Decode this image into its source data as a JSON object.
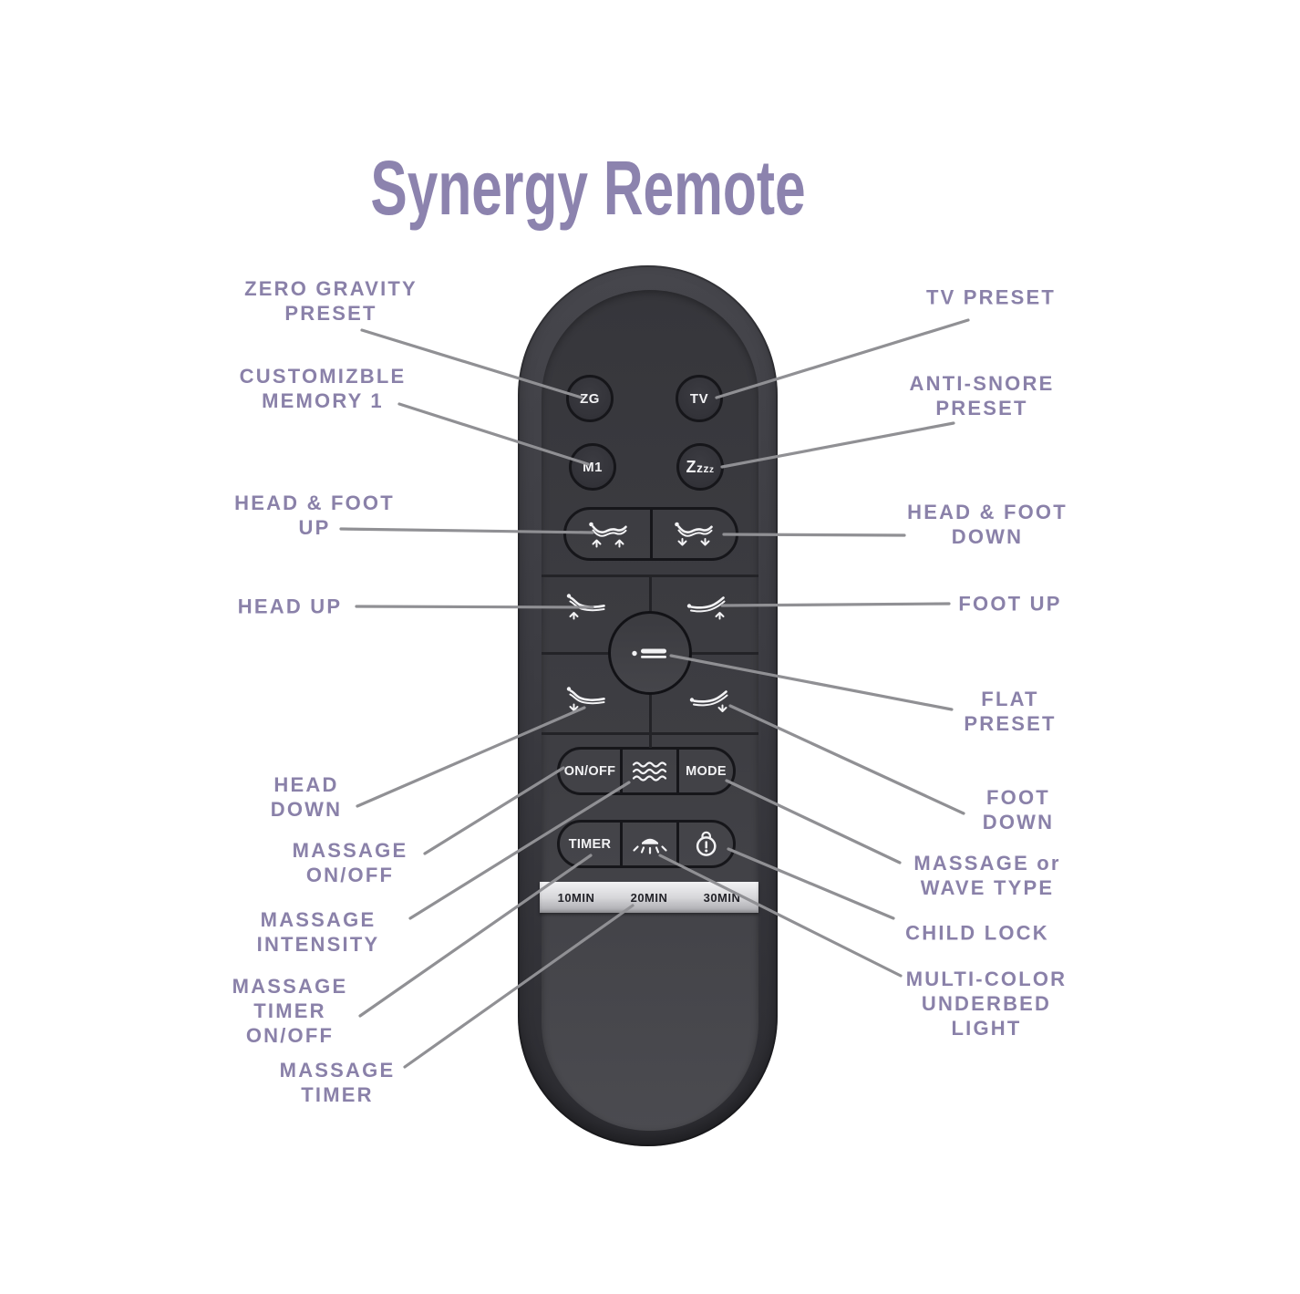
{
  "title": "Synergy Remote",
  "colors": {
    "title_purple": "#8c83ae",
    "label_purple": "#8a81a9",
    "callout_line_gray": "#909094",
    "remote_body_dark": "#3a3a40",
    "button_outline_black": "#16161a",
    "icon_white": "#f2f2f4",
    "timer_strip_silver": "#d7d7da"
  },
  "labels": {
    "left": [
      "ZERO GRAVITY\nPRESET",
      "CUSTOMIZBLE\nMEMORY 1",
      "HEAD & FOOT\nUP",
      "HEAD UP",
      "HEAD\nDOWN",
      "MASSAGE\nON/OFF",
      "MASSAGE\nINTENSITY",
      "MASSAGE\nTIMER\nON/OFF",
      "MASSAGE\nTIMER"
    ],
    "right": [
      "TV PRESET",
      "ANTI-SNORE\nPRESET",
      "HEAD & FOOT\nDOWN",
      "FOOT UP",
      "FLAT\nPRESET",
      "FOOT\nDOWN",
      "MASSAGE or\nWAVE TYPE",
      "CHILD LOCK",
      "MULTI-COLOR\nUNDERBED\nLIGHT"
    ]
  },
  "remote": {
    "buttons": {
      "zg": "ZG",
      "tv": "TV",
      "m1": "M1",
      "zzzz_parts": [
        "Z",
        "z",
        "z",
        "z"
      ],
      "on_off": "ON/OFF",
      "mode": "MODE",
      "timer": "TIMER"
    },
    "timer_strip": [
      "10MIN",
      "20MIN",
      "30MIN"
    ]
  }
}
